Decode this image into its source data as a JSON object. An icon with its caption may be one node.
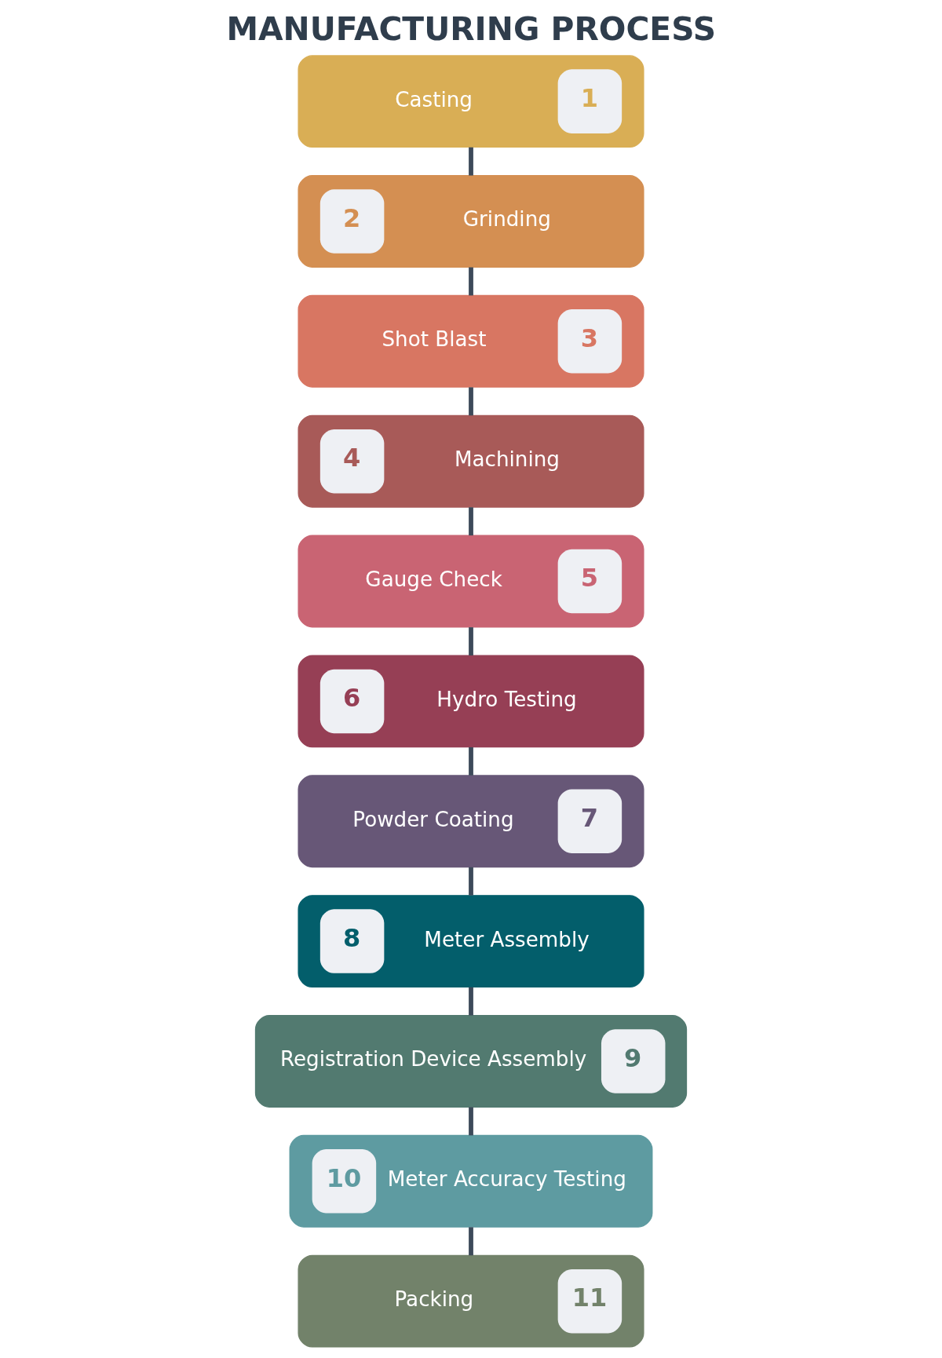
{
  "diagram": {
    "title": "MANUFACTURING PROCESS",
    "nodes": [
      {
        "text": [
          "Casting",
          "1"
        ]
      },
      {
        "text": [
          "2",
          "Grinding"
        ]
      },
      {
        "text": [
          "Shot Blast",
          "3"
        ]
      },
      {
        "text": [
          "4",
          "Machining"
        ]
      },
      {
        "text": [
          "Gauge Check",
          "5"
        ]
      },
      {
        "text": [
          "6",
          "Hydro Testing"
        ]
      },
      {
        "text": [
          "Powder Coating",
          "7"
        ]
      },
      {
        "text": [
          "8",
          "Meter Assembly"
        ]
      },
      {
        "text": [
          "Registration Device Assembly",
          "9"
        ]
      },
      {
        "text": [
          "10",
          "Meter Accuracy Testing"
        ]
      },
      {
        "text": [
          "Packing",
          "11"
        ]
      }
    ],
    "edges": [
      {
        "from": 0,
        "to": 1,
        "arrow": "none"
      },
      {
        "from": 1,
        "to": 2,
        "arrow": "none"
      },
      {
        "from": 2,
        "to": 3,
        "arrow": "none"
      },
      {
        "from": 3,
        "to": 4,
        "arrow": "none"
      },
      {
        "from": 4,
        "to": 5,
        "arrow": "none"
      },
      {
        "from": 5,
        "to": 6,
        "arrow": "none"
      },
      {
        "from": 6,
        "to": 7,
        "arrow": "none"
      },
      {
        "from": 7,
        "to": 8,
        "arrow": "none"
      },
      {
        "from": 8,
        "to": 9,
        "arrow": "none"
      },
      {
        "from": 9,
        "to": 10,
        "arrow": "none"
      }
    ]
  }
}
